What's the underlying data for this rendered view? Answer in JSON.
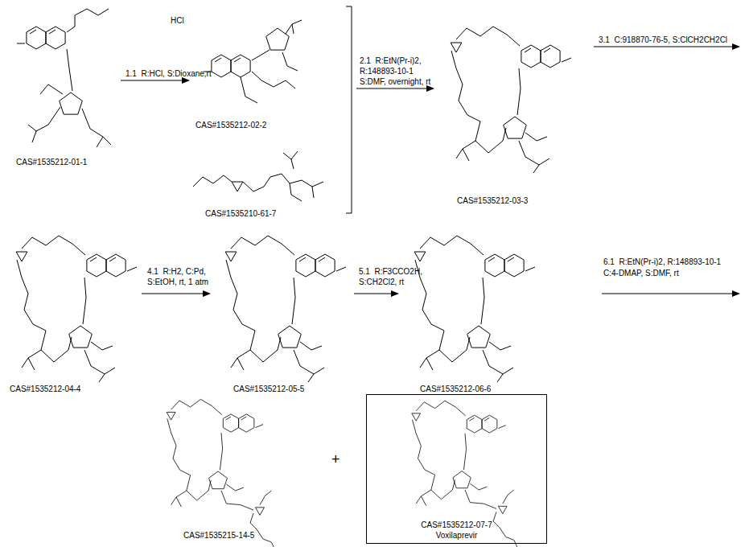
{
  "diagram": {
    "nodes": [
      {
        "text": [
          "CAS#1535212-07-7",
          "Voxilaprevir"
        ]
      }
    ],
    "labels": [
      "CAS#1535212-01-1",
      "1.1  R:HCl, S:Dioxane,rt",
      "HCl",
      "CAS#1535212-02-2",
      "CAS#1535210-61-7",
      "2.1  R:EtN(Pr-i)2,",
      "R:148893-10-1",
      "S:DMF, overnight, rt",
      "CAS#1535212-03-3",
      "3.1  C:918870-76-5, S:ClCH2CH2Cl",
      "CAS#1535212-04-4",
      "4.1  R:H2, C:Pd,",
      "S:EtOH, rt, 1 atm",
      "CAS#1535212-05-5",
      "5.1  R:F3CCO2H,",
      "S:CH2Cl2, rt",
      "CAS#1535212-06-6",
      "6.1  R:EtN(Pr-i)2, R:148893-10-1",
      "C:4-DMAP, S:DMF, rt",
      "CAS#1535215-14-5",
      "+"
    ]
  }
}
